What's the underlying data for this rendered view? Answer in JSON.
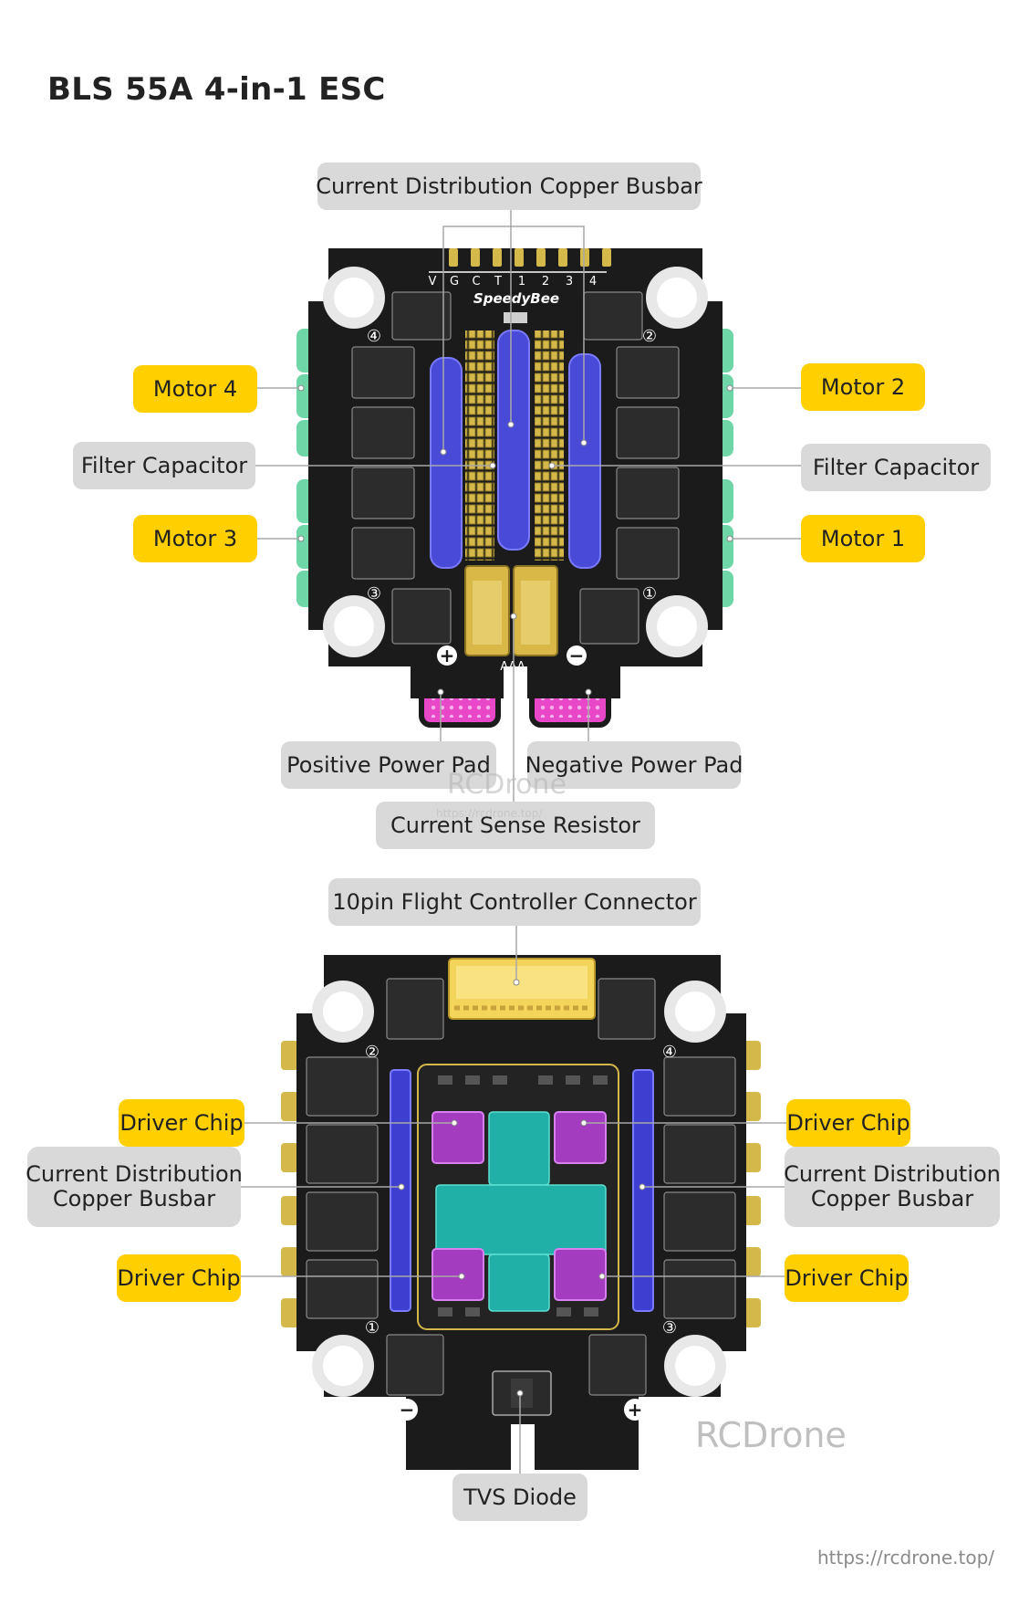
{
  "title": "BLS 55A 4-in-1 ESC",
  "colors": {
    "label_gray": "#d9d9d9",
    "label_yellow": "#ffcf00",
    "pcb": "#1b1b1b",
    "busbar_blue": "#4a4ad8",
    "copper_gold": "#d4b84a",
    "motor_pad": "#6fd6a8",
    "power_pad_pink": "#e848c8",
    "chip_purple": "#a43cc0",
    "chip_teal": "#20b0a8"
  },
  "top": {
    "busbar_label": "Current Distribution Copper Busbar",
    "motor4": "Motor 4",
    "motor2": "Motor 2",
    "filter_left": "Filter Capacitor",
    "filter_right": "Filter Capacitor",
    "motor3": "Motor 3",
    "motor1": "Motor 1",
    "positive_pad": "Positive Power Pad",
    "negative_pad": "Negative Power Pad",
    "sense_resistor": "Current Sense Resistor",
    "pin_labels": [
      "V",
      "G",
      "C",
      "T",
      "1",
      "2",
      "3",
      "4"
    ],
    "brand": "SpeedyBee",
    "resistor_mark": "AAA",
    "corner_numbers": [
      "④",
      "②",
      "③",
      "①"
    ],
    "plus": "+",
    "minus": "−"
  },
  "bottom": {
    "connector_label": "10pin Flight Controller Connector",
    "driver_tl": "Driver Chip",
    "driver_tr": "Driver Chip",
    "busbar_left_1": "Current Distribution",
    "busbar_left_2": "Copper Busbar",
    "busbar_right_1": "Current Distribution",
    "busbar_right_2": "Copper Busbar",
    "driver_bl": "Driver Chip",
    "driver_br": "Driver Chip",
    "tvs": "TVS Diode",
    "corner_numbers": [
      "②",
      "④",
      "①",
      "③"
    ],
    "plus": "+",
    "minus": "−"
  },
  "watermarks": {
    "mid": "RCDrone",
    "mid_url": "https://rcdrone.top/",
    "bottom": "RCDrone",
    "url": "https://rcdrone.top/"
  }
}
